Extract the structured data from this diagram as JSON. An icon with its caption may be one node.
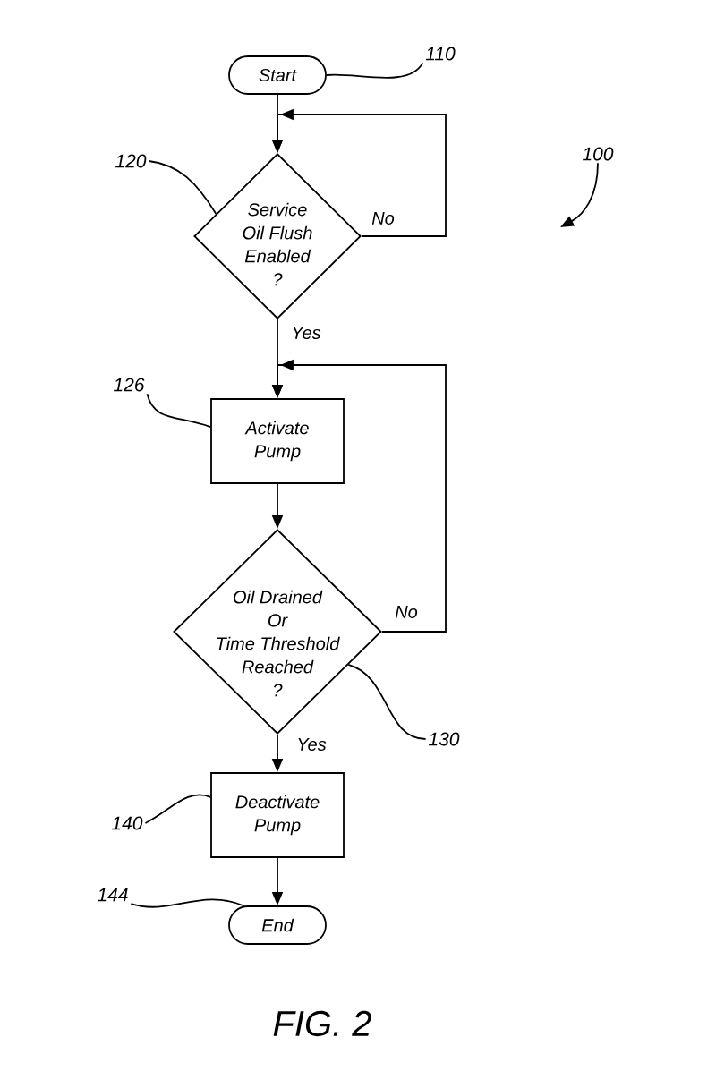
{
  "diagram": {
    "caption": "FIG. 2",
    "nodes": [
      {
        "text": [
          "Start"
        ]
      },
      {
        "text": [
          "Service Oil Flush Enabled ?"
        ]
      },
      {
        "text": [
          "Activate Pump"
        ]
      },
      {
        "text": [
          "Oil Drained Or Time Threshold Reached ?"
        ]
      },
      {
        "text": [
          "Deactivate Pump"
        ]
      },
      {
        "text": [
          "End"
        ]
      },
      {
        "text": [
          "110"
        ]
      },
      {
        "text": [
          "120"
        ]
      },
      {
        "text": [
          "126"
        ]
      },
      {
        "text": [
          "130"
        ]
      },
      {
        "text": [
          "140"
        ]
      },
      {
        "text": [
          "144"
        ]
      },
      {
        "text": [
          "100"
        ]
      }
    ],
    "edges": [
      {
        "from": 0,
        "to": 1,
        "arrow": "to"
      },
      {
        "from": 1,
        "to": 1,
        "arrow": "to",
        "label": "No"
      },
      {
        "from": 1,
        "to": 2,
        "arrow": "to",
        "label": "Yes"
      },
      {
        "from": 2,
        "to": 3,
        "arrow": "to"
      },
      {
        "from": 3,
        "to": 2,
        "arrow": "to",
        "label": "No"
      },
      {
        "from": 3,
        "to": 4,
        "arrow": "to",
        "label": "Yes"
      },
      {
        "from": 4,
        "to": 5,
        "arrow": "to"
      },
      {
        "from": 6,
        "to": 0,
        "arrow": "none"
      },
      {
        "from": 7,
        "to": 1,
        "arrow": "none"
      },
      {
        "from": 8,
        "to": 2,
        "arrow": "none"
      },
      {
        "from": 9,
        "to": 3,
        "arrow": "none"
      },
      {
        "from": 10,
        "to": 4,
        "arrow": "none"
      },
      {
        "from": 11,
        "to": 5,
        "arrow": "none"
      },
      {
        "from": 12,
        "to": null,
        "arrow": "to"
      }
    ]
  }
}
